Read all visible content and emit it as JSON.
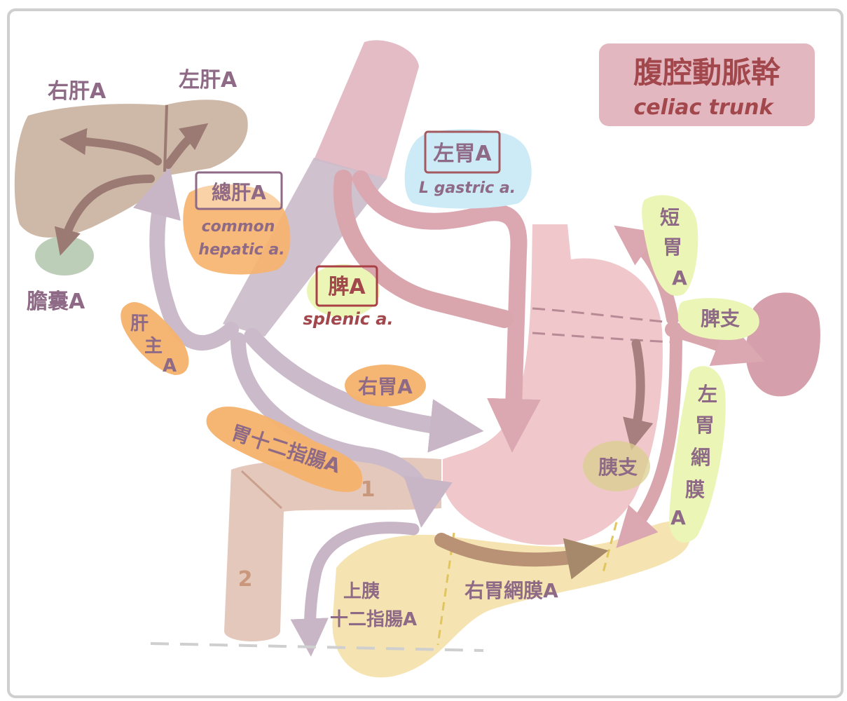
{
  "title": {
    "zh": "腹腔動脈幹",
    "en": "celiac trunk"
  },
  "labels": {
    "right_hepatic": "右肝A",
    "left_hepatic": "左肝A",
    "cystic": "膽囊A",
    "common_hepatic_zh": "總肝A",
    "common_hepatic_en_line1": "common",
    "common_hepatic_en_line2": "hepatic a.",
    "proper_hepatic_1": "肝",
    "proper_hepatic_2": "主",
    "proper_hepatic_3": "A",
    "left_gastric_zh": "左胃A",
    "left_gastric_en": "L gastric a.",
    "splenic_zh": "脾A",
    "splenic_en": "splenic a.",
    "right_gastric": "右胃A",
    "gastroduodenal": "胃十二指腸A",
    "short_gastric_1": "短",
    "short_gastric_2": "胃",
    "short_gastric_3": "A",
    "splenic_branch": "脾支",
    "left_gastroepiploic_1": "左",
    "left_gastroepiploic_2": "胃",
    "left_gastroepiploic_3": "網",
    "left_gastroepiploic_4": "膜",
    "left_gastroepiploic_5": "A",
    "pancreatic_branch": "胰支",
    "right_gastroepiploic": "右胃網膜A",
    "sup_pancreaticoduodenal_1": "上胰",
    "sup_pancreaticoduodenal_2": "十二指腸A",
    "duodenum_part_1": "1",
    "duodenum_part_2": "2"
  },
  "colors": {
    "liver": "#c9b09e",
    "gallbladder": "#b5c9b0",
    "aorta": "#e3bcc5",
    "celiac_gray": "#cbbac9",
    "stomach": "#efc5c9",
    "spleen": "#d39aa6",
    "pancreas": "#f4e1a8",
    "duodenum": "#e2c2b5",
    "orange_tag": "#f6b26b",
    "blue_tag": "#cdebf7",
    "green_tag": "#eaf5b6",
    "title_box": "#e3b7c0"
  }
}
